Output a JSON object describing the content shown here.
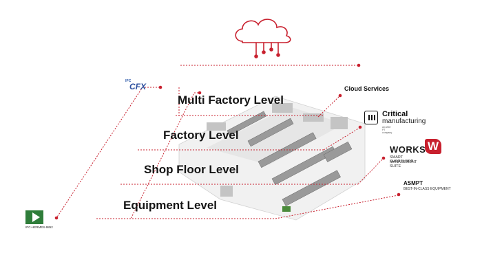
{
  "levels": {
    "multi_factory": "Multi Factory Level",
    "factory": "Factory Level",
    "shop_floor": "Shop Floor Level",
    "equipment": "Equipment Level"
  },
  "right_labels": {
    "cloud_services": "Cloud Services",
    "critical_title": "Critical",
    "critical_sub": "manufacturing",
    "critical_tiny": "an ASM PT company",
    "works_word": "WORKS",
    "works_mark": "W",
    "works_sub1": "SMART SHOPFLOOR",
    "works_sub2": "MANAGEMENT SUITE",
    "asmpt_title": "ASMPT",
    "asmpt_sub": "BEST-IN-CLASS EQUIPMENT"
  },
  "left_logos": {
    "cfx_top": "IPC",
    "cfx_word": "CFX",
    "hermes_text": "IPC-HERMES-9852"
  },
  "colors": {
    "accent_red": "#c8202e",
    "text_dark": "#141414",
    "cfx_blue": "#2c4f9e",
    "hermes_green": "#2f7d3a",
    "machine_gray": "#8a8a8a"
  },
  "icons": {
    "cloud": "cloud-network-icon",
    "critical_logo": "critical-manufacturing-logo",
    "works_logo": "works-w-logo",
    "cfx_logo": "ipc-cfx-logo",
    "hermes_logo": "ipc-hermes-logo"
  }
}
